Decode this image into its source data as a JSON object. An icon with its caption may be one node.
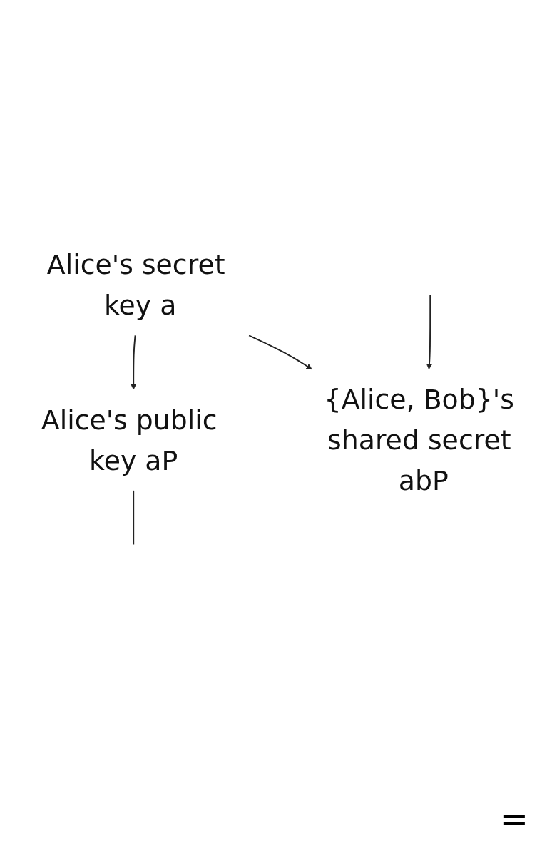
{
  "diagram": {
    "nodes": [
      {
        "text": [
          "Alice's secret key a"
        ]
      },
      {
        "text": [
          "Alice's public key aP"
        ]
      },
      {
        "text": [
          "{Alice, Bob}'s shared secret abP"
        ]
      }
    ],
    "edges": [
      {
        "from": 0,
        "to": 1,
        "arrow": "to"
      },
      {
        "from": 0,
        "to": 2,
        "arrow": "to"
      },
      {
        "from": 1,
        "to": null,
        "arrow": "none"
      },
      {
        "from": null,
        "to": 2,
        "arrow": "to"
      }
    ],
    "labels": [
      "="
    ]
  }
}
